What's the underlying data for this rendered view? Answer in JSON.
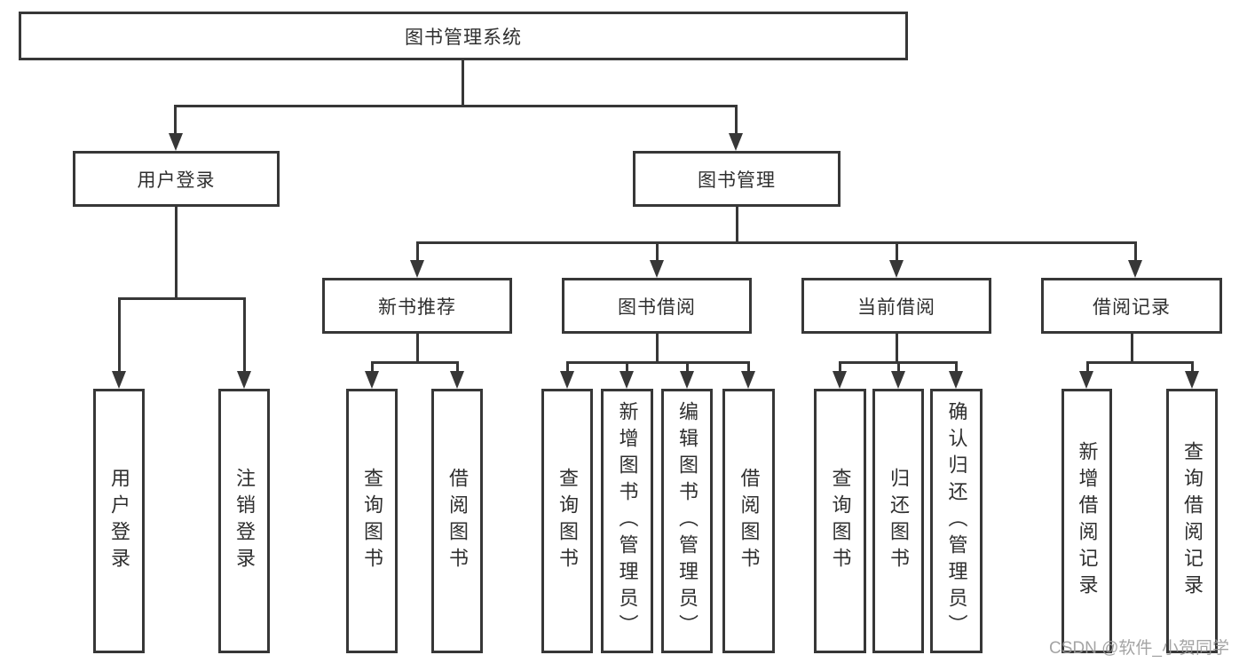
{
  "diagram_type": "hierarchy-tree",
  "tree": {
    "label": "图书管理系统",
    "children": [
      {
        "label": "用户登录",
        "children": [
          {
            "label": "用户登录"
          },
          {
            "label": "注销登录"
          }
        ]
      },
      {
        "label": "图书管理",
        "children": [
          {
            "label": "新书推荐",
            "children": [
              {
                "label": "查询图书"
              },
              {
                "label": "借阅图书"
              }
            ]
          },
          {
            "label": "图书借阅",
            "children": [
              {
                "label": "查询图书"
              },
              {
                "label": "新增图书（管理员）"
              },
              {
                "label": "编辑图书（管理员）"
              },
              {
                "label": "借阅图书"
              }
            ]
          },
          {
            "label": "当前借阅",
            "children": [
              {
                "label": "查询图书"
              },
              {
                "label": "归还图书"
              },
              {
                "label": "确认归还（管理员）"
              }
            ]
          },
          {
            "label": "借阅记录",
            "children": [
              {
                "label": "新增借阅记录"
              },
              {
                "label": "查询借阅记录"
              }
            ]
          }
        ]
      }
    ]
  },
  "watermark": {
    "text": "CSDN @软件_小贺同学"
  },
  "colors": {
    "line": "#373737",
    "text": "#2f2f2f",
    "box_fill": "#ffffff",
    "watermark": "#9a9a9a",
    "background": "#ffffff"
  }
}
